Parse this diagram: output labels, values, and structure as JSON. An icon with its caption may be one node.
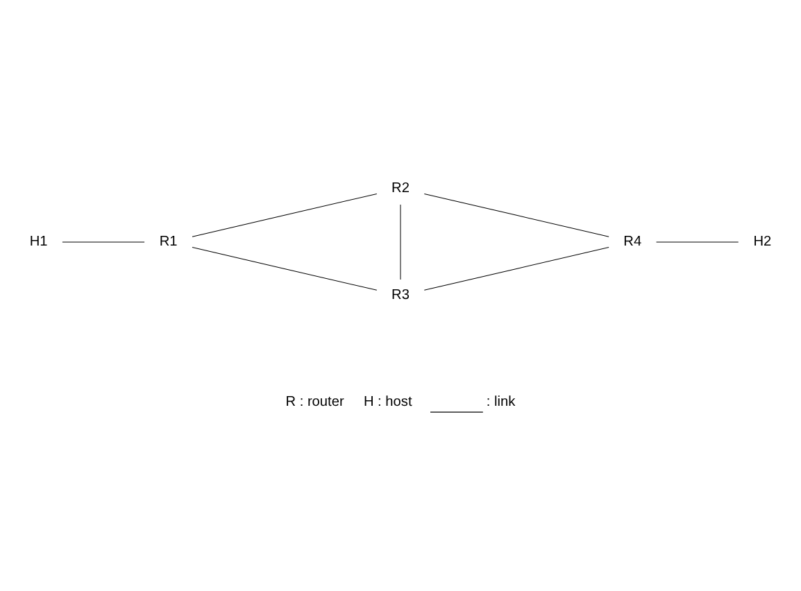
{
  "diagram": {
    "nodes": [
      {
        "text": [
          "H1"
        ]
      },
      {
        "text": [
          "R1"
        ]
      },
      {
        "text": [
          "R2"
        ]
      },
      {
        "text": [
          "R3"
        ]
      },
      {
        "text": [
          "R4"
        ]
      },
      {
        "text": [
          "H2"
        ]
      }
    ],
    "edges": [
      {
        "from": 0,
        "to": 1,
        "arrow": "none"
      },
      {
        "from": 1,
        "to": 2,
        "arrow": "none"
      },
      {
        "from": 1,
        "to": 3,
        "arrow": "none"
      },
      {
        "from": 2,
        "to": 3,
        "arrow": "none"
      },
      {
        "from": 2,
        "to": 4,
        "arrow": "none"
      },
      {
        "from": 3,
        "to": 4,
        "arrow": "none"
      },
      {
        "from": 4,
        "to": 5,
        "arrow": "none"
      }
    ],
    "labels": [
      "R : router",
      "H : host"
    ],
    "legend": [
      {
        "text": ": link"
      }
    ]
  }
}
